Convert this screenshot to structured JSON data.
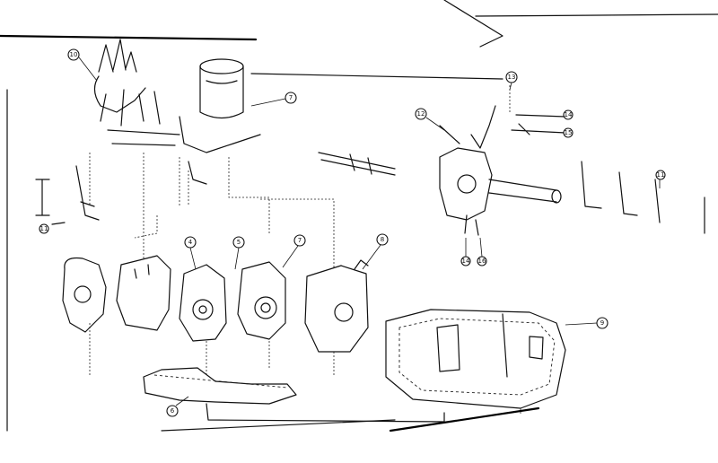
{
  "diagram": {
    "callouts": [
      {
        "label": "10"
      },
      {
        "label": "7"
      },
      {
        "label": "12"
      },
      {
        "label": "13"
      },
      {
        "label": "14"
      },
      {
        "label": "15"
      },
      {
        "label": "4"
      },
      {
        "label": "5"
      },
      {
        "label": "7"
      },
      {
        "label": "8"
      },
      {
        "label": "9"
      },
      {
        "label": "6"
      },
      {
        "label": "14"
      },
      {
        "label": "16"
      },
      {
        "label": "11"
      },
      {
        "label": "11"
      }
    ]
  }
}
